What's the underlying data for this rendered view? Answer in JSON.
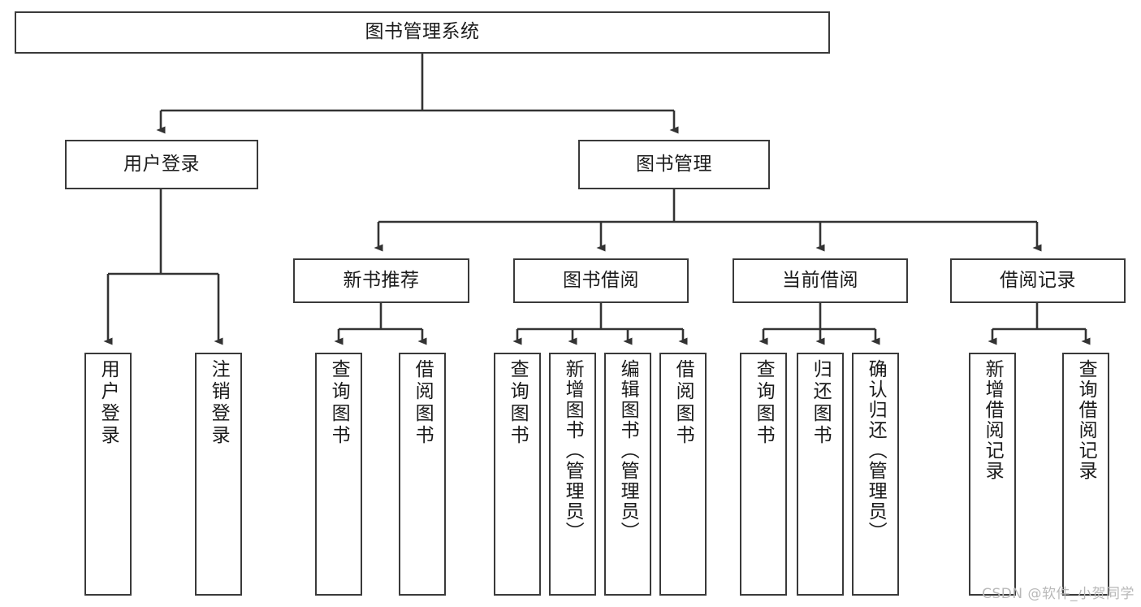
{
  "diagram": {
    "title": "图书管理系统",
    "type": "tree-hierarchy",
    "watermark": "CSDN @软件_小贺同学",
    "colors": {
      "stroke": "#3a3a3a",
      "fill": "#ffffff",
      "text": "#1b1b1b",
      "watermark": "#b8b8b8"
    },
    "nodes": {
      "root": {
        "label": "图书管理系统",
        "level": 1
      },
      "l2": [
        {
          "id": "user-login",
          "label": "用户登录",
          "level": 2
        },
        {
          "id": "book-manage",
          "label": "图书管理",
          "level": 2
        }
      ],
      "l3": [
        {
          "id": "new-book-recommend",
          "label": "新书推荐",
          "level": 3
        },
        {
          "id": "book-borrow",
          "label": "图书借阅",
          "level": 3
        },
        {
          "id": "current-borrow",
          "label": "当前借阅",
          "level": 3
        },
        {
          "id": "borrow-record",
          "label": "借阅记录",
          "level": 3
        }
      ],
      "leaves": {
        "user-login": [
          {
            "id": "leaf-user-login",
            "label": "用户登录"
          },
          {
            "id": "leaf-logout-login",
            "label": "注销登录"
          }
        ],
        "new-book-recommend": [
          {
            "id": "leaf-query-book-1",
            "label": "查询图书"
          },
          {
            "id": "leaf-borrow-book-1",
            "label": "借阅图书"
          }
        ],
        "book-borrow": [
          {
            "id": "leaf-query-book-2",
            "label": "查询图书"
          },
          {
            "id": "leaf-add-book",
            "label": "新增图书（管理员）"
          },
          {
            "id": "leaf-edit-book",
            "label": "编辑图书（管理员）"
          },
          {
            "id": "leaf-borrow-book-2",
            "label": "借阅图书"
          }
        ],
        "current-borrow": [
          {
            "id": "leaf-query-book-3",
            "label": "查询图书"
          },
          {
            "id": "leaf-return-book",
            "label": "归还图书"
          },
          {
            "id": "leaf-confirm-return",
            "label": "确认归还（管理员）"
          }
        ],
        "borrow-record": [
          {
            "id": "leaf-add-borrow-record",
            "label": "新增借阅记录"
          },
          {
            "id": "leaf-query-borrow-record",
            "label": "查询借阅记录"
          }
        ]
      }
    }
  }
}
